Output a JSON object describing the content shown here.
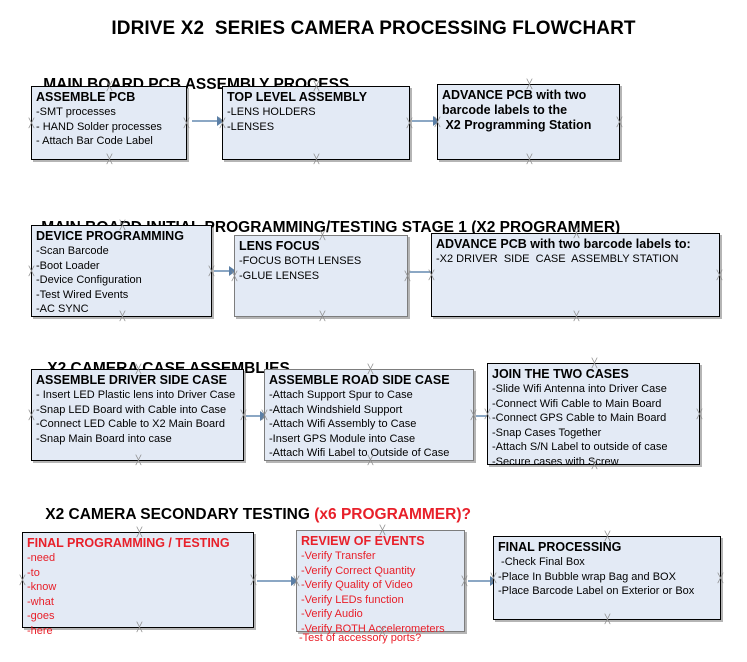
{
  "document": {
    "title": "IDRIVE X2  SERIES CAMERA PROCESSING FLOWCHART"
  },
  "colors": {
    "box_fill": "#e3eaf5",
    "box_border": "#000000",
    "accent_red": "#e8202a",
    "connector": "#8ba7c4",
    "text": "#000000"
  },
  "sections": [
    {
      "heading": "MAIN BOARD PCB ASSEMBLY PROCESS",
      "heading_accent": "",
      "boxes": [
        {
          "title": "ASSEMBLE PCB",
          "lines": [
            "-SMT processes",
            "- HAND Solder processes",
            "- Attach Bar Code Label"
          ]
        },
        {
          "title": "TOP LEVEL ASSEMBLY",
          "lines": [
            "-LENS HOLDERS",
            "-LENSES"
          ]
        },
        {
          "title": "ADVANCE PCB with two",
          "lines": [
            "barcode labels to the",
            " X2 Programming Station"
          ]
        }
      ]
    },
    {
      "heading": "MAIN BOARD INITIAL PROGRAMMING/TESTING STAGE 1 (X2 PROGRAMMER)",
      "heading_accent": "",
      "boxes": [
        {
          "title": "DEVICE PROGRAMMING",
          "lines": [
            "-Scan Barcode",
            "-Boot Loader",
            "-Device Configuration",
            "-Test Wired Events",
            "-AC SYNC"
          ]
        },
        {
          "title": "LENS FOCUS",
          "lines": [
            "-FOCUS BOTH LENSES",
            "-GLUE LENSES"
          ]
        },
        {
          "title": "ADVANCE PCB with two barcode labels to:",
          "lines": [
            "-X2 DRIVER  SIDE  CASE  ASSEMBLY STATION"
          ]
        }
      ]
    },
    {
      "heading": "X2 CAMERA CASE ASSEMBLIES",
      "heading_accent": "",
      "boxes": [
        {
          "title": "ASSEMBLE DRIVER SIDE CASE",
          "lines": [
            "- Insert LED Plastic lens into Driver Case",
            "-Snap LED Board with Cable into Case",
            "-Connect LED Cable to X2 Main Board",
            "-Snap Main Board into case"
          ]
        },
        {
          "title": "ASSEMBLE ROAD SIDE CASE",
          "lines": [
            "-Attach Support Spur to Case",
            "-Attach Windshield Support",
            "-Attach Wifi Assembly to Case",
            "-Insert GPS Module into Case",
            "-Attach Wifi Label to Outside of Case"
          ]
        },
        {
          "title": "JOIN THE TWO CASES",
          "lines": [
            "-Slide Wifi Antenna into Driver Case",
            "-Connect Wifi Cable to Main Board",
            "-Connect GPS Cable to Main Board",
            "-Snap Cases Together",
            "-Attach S/N Label to outside of case",
            "-Secure cases with Screw"
          ]
        }
      ]
    },
    {
      "heading": "X2 CAMERA SECONDARY TESTING ",
      "heading_accent": "(x6 PROGRAMMER)?",
      "boxes": [
        {
          "title": "FINAL PROGRAMMING / TESTING",
          "lines": [
            "-need",
            "-to",
            "-know",
            "-what",
            "-goes",
            "-here"
          ]
        },
        {
          "title": "REVIEW OF EVENTS",
          "lines": [
            "-Verify Transfer",
            "-Verify Correct Quantity",
            "-Verify Quality of Video",
            "-Verify LEDs function",
            "-Verify Audio",
            "-Verify BOTH Accelerometers"
          ],
          "overflow_line": "-Test of accessory ports?"
        },
        {
          "title": "FINAL PROCESSING",
          "lines": [
            " -Check Final Box",
            "-Place In Bubble wrap Bag and BOX",
            "-Place Barcode Label on Exterior or Box"
          ]
        }
      ]
    }
  ]
}
